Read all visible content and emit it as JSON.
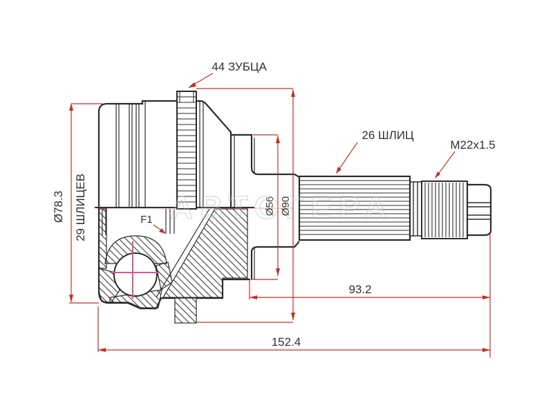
{
  "labels": {
    "abs_teeth": "44 ЗУБЦА",
    "outer_splines": "26 ШЛИЦ",
    "thread_spec": "M22x1.5",
    "inner_splines": "29 ШЛИЦЕВ",
    "outer_diameter": "Ø78.3",
    "flange_diameter": "Ø56",
    "abs_ring_diameter": "Ø90",
    "shaft_length": "93.2",
    "total_length": "152.4",
    "grease_mark": "F1"
  },
  "watermark": "АВТОГЕРА",
  "colors": {
    "dimension_red": "#c03028",
    "outline_black": "#2b2b2b",
    "crosshair_pink": "#d9568c",
    "watermark_gray": "#b4b8bf",
    "background": "#ffffff"
  }
}
